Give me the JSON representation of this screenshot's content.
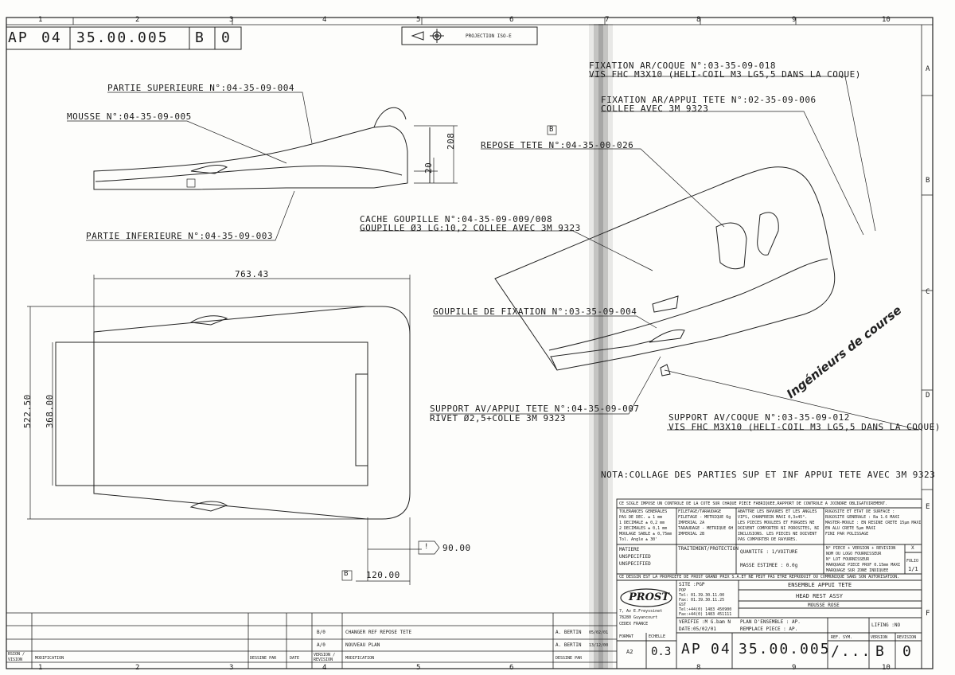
{
  "header": {
    "part_prefix": "AP",
    "part_group": "04",
    "part_number": "35.00.005",
    "rev1": "B",
    "rev2": "0",
    "projection": "PROJECTION ISO-E"
  },
  "zones_top": [
    "1",
    "2",
    "3",
    "4",
    "5",
    "6",
    "7",
    "8",
    "9",
    "10"
  ],
  "zones_side": [
    "A",
    "B",
    "C",
    "D",
    "E",
    "F"
  ],
  "top_left_view": {
    "partie_superieure": "PARTIE SUPERIEURE N°:04-35-09-004",
    "mousse": "MOUSSE N°:04-35-09-005",
    "partie_inferieure": "PARTIE INFERIEURE N°:04-35-09-003",
    "dim_208": "208",
    "dim_20": "20"
  },
  "plan_view": {
    "dim_width": "763.43",
    "dim_522": "522.50",
    "dim_368": "368.00",
    "dim_90": "90.00",
    "dim_120": "120.00",
    "flag_90": "!",
    "flag_b": "B"
  },
  "iso_view": {
    "flag_b": "B",
    "c1_line1": "FIXATION AR/COQUE N°:03-35-09-018",
    "c1_line2": "VIS FHC M3X10 (HELI-COIL M3 LG5,5 DANS LA COQUE)",
    "c2_line1": "FIXATION AR/APPUI TETE N°:02-35-09-006",
    "c2_line2": "COLLEE AVEC 3M 9323",
    "repose": "REPOSE TETE N°:04-35-00-026",
    "cache_line1": "CACHE GOUPILLE N°:04-35-09-009/008",
    "cache_line2": "GOUPILLE Ø3 LG:10,2 COLLEE AVEC 3M 9323",
    "goupille": "GOUPILLE DE FIXATION N°:03-35-09-004",
    "support_av_line1": "SUPPORT AV/APPUI TETE N°:04-35-09-007",
    "support_av_line2": "RIVET Ø2,5+COLLE 3M 9323",
    "support_coque_line1": "SUPPORT AV/COQUE N°:03-35-09-012",
    "support_coque_line2": "VIS FHC M3X10 (HELI-COIL M3 LG5,5 DANS LA COQUE)",
    "watermark": "Ingénieurs de course",
    "nota": "NOTA:COLLAGE DES  PARTIES SUP ET INF APPUI TETE AVEC 3M 9323"
  },
  "title_block": {
    "notice": "CE SIGLE IMPOSE UN CONTROLE DE LA COTE SUR CHAQUE PIECE FABRIQUEE,RAPPORT DE CONTROLE A JOINDRE OBLIGATOIREMENT.",
    "tol_title": "TOLERANCES GENERALES",
    "tol_rows": [
      "PAS DE DEC.   ± 1  mm",
      "1 DECIMALE    ± 0,2 mm",
      "2 DECIMALES   ± 0,1 mm",
      "MOULAGE SABLE ± 0,75mm",
      "Tol. Angle    ± 30'"
    ],
    "filetage_title": "FILETAGE/TARAUDAGE",
    "filetage_rows": [
      "FILETAGE - METRIQUE 6g",
      "         IMPERIAL 2A",
      "TARAUDAGE - METRIQUE 6H",
      "         IMPERIAL 2B"
    ],
    "abattre_rows": [
      "ABATTRE LES BAVURES ET LES ANGLES",
      "VIFS, CHANFREIN MAXI 0,3x45°.",
      "LES PIECES MOULEES ET FORGEES NE",
      "DOIVENT COMPORTER NI POROSITES, NI",
      "INCLUSIONS. LES PIECES NE DOIVENT",
      "PAS COMPORTER DE RAYURES."
    ],
    "rugosite_rows": [
      "RUGOSITE ET ETAT DE SURFACE :",
      "RUGOSITE GENERALE : Ra 1.6 MAXI",
      "MASTER-MOULE : EN RESINE CRETE 15µm MAXI",
      "               EN ALU CRETE 5µm MAXI",
      "               FINI PAR POLISSAGE"
    ],
    "matiere_label": "MATIERE",
    "matiere_1": "UNSPECIFIED",
    "matiere_2": "UNSPECIFIED",
    "traitement_label": "TRAITEMENT/PROTECTION",
    "quantite": "QUANTITE : 1/VOITURE",
    "masse": "MASSE ESTIMEE : 0.0g",
    "marq_rows": [
      "N° PIECE + VERSION + REVISION",
      "NOM OU LOGO FOURNISSEUR",
      "N° LOT FOURNISSEUR",
      "MARQUAGE PIECE PROF 0.15mm MAXI",
      "MARQUAGE SUR ZONE INDIQUEE"
    ],
    "folio_label": "FOLIO",
    "folio": "1/1",
    "x_mark": "X",
    "propriete": "CE DESSIN EST LA PROPRIETE DE PROST GRAND PRIX S.A.ET NE PEUT PAS ETRE REPRODUIT OU COMMUNIQUE SANS SON AUTORISATION.",
    "logo": "PROST",
    "site_label": "SITE :PGP",
    "address": [
      "7, Av E.Freyssinet",
      "78280 Guyancourt",
      "CEDEX FRANCE"
    ],
    "tel_rows": [
      "POP",
      "Tel: 01.39.30.11.00",
      "Fax: 01.39.30.11.25",
      "GST",
      "Tel:+44(0) 1483 450900",
      "Fax:+44(0) 1483 451111"
    ],
    "verifie": "VERIFIE :M G.bam N",
    "date": "DATE:05/02/01",
    "title_fr": "ENSEMBLE APPUI TETE",
    "title_en": "HEAD REST ASSY",
    "subtitle": "MOUSSE ROSE",
    "plan_ensemble": "PLAN D'ENSEMBLE : AP.",
    "remplace": "REMPLACE PIECE : AP.",
    "lifing": "LIFING :NO",
    "format_label": "FORMAT",
    "format": "A2",
    "echelle_label": "ECHELLE",
    "echelle": "0.3",
    "ref_sym_label": "REF. SYM.",
    "ref_sym": "/...",
    "version_label": "VERSION",
    "revision_label": "REVISION",
    "version": "B",
    "revision": "0",
    "dessine_par": "DESSINE PAR",
    "date_col": "DATE",
    "version_revision": "VERSION / REVISION",
    "modification": "MODIFICATION",
    "rev_rows": [
      {
        "vr": "B/0",
        "mod": "CHANGER REF REPOSE TETE",
        "by": "A. BERTIN",
        "date": "05/02/01"
      },
      {
        "vr": "A/0",
        "mod": "NOUVEAU PLAN",
        "by": "A. BERTIN",
        "date": "13/12/00"
      }
    ],
    "left_col_label_1": "RSION /",
    "left_col_label_2": "VISION",
    "left_col_mod": "MODIFICATION"
  }
}
